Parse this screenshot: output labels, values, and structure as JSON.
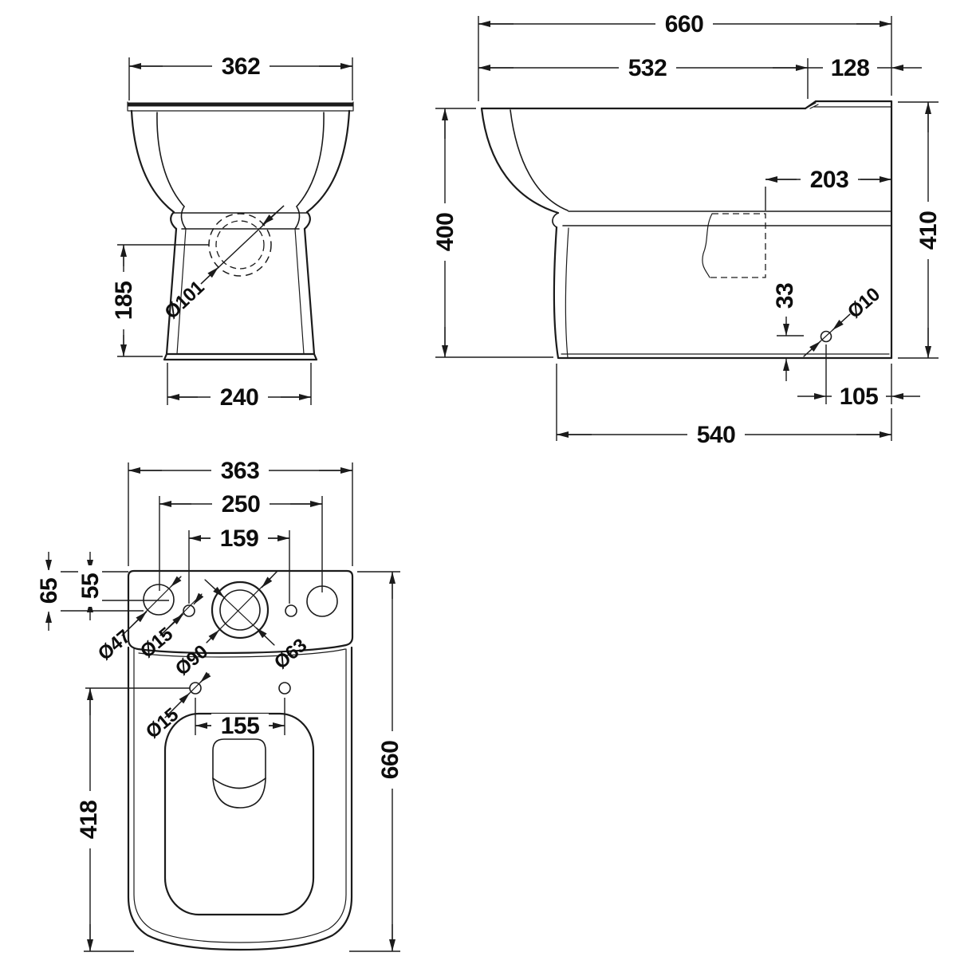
{
  "drawing": {
    "type": "technical-dimension-drawing",
    "subject": "back-to-wall toilet pan, three orthographic views",
    "colors": {
      "background": "#ffffff",
      "line": "#1b1b1b",
      "text": "#0d0d0d"
    },
    "views": {
      "front": {
        "name": "front elevation",
        "dims": {
          "overall_width": "362",
          "outlet_height": "185",
          "outlet_diameter": "Ø101",
          "base_width": "240"
        }
      },
      "side": {
        "name": "side elevation",
        "dims": {
          "overall_depth": "660",
          "bowl_depth": "532",
          "rear_ledge_depth": "128",
          "rear_setout": "203",
          "front_height": "400",
          "rear_height": "410",
          "fixing_height": "33",
          "fixing_hole_diameter": "Ø10",
          "fixing_setback": "105",
          "base_depth": "540"
        }
      },
      "plan": {
        "name": "plan view",
        "dims": {
          "overall_width": "363",
          "outer_hole_centres": "250",
          "inner_hole_centres": "159",
          "row_offset_outer": "65",
          "row_offset_inner": "55",
          "corner_hole_diameter": "Ø47",
          "small_hole_diameter": "Ø15",
          "flush_outer_diameter": "Ø90",
          "flush_inner_diameter": "Ø63",
          "seat_hole_diameter": "Ø15",
          "seat_hole_centres": "155",
          "seat_hole_setback": "418",
          "overall_length": "660"
        }
      }
    }
  }
}
